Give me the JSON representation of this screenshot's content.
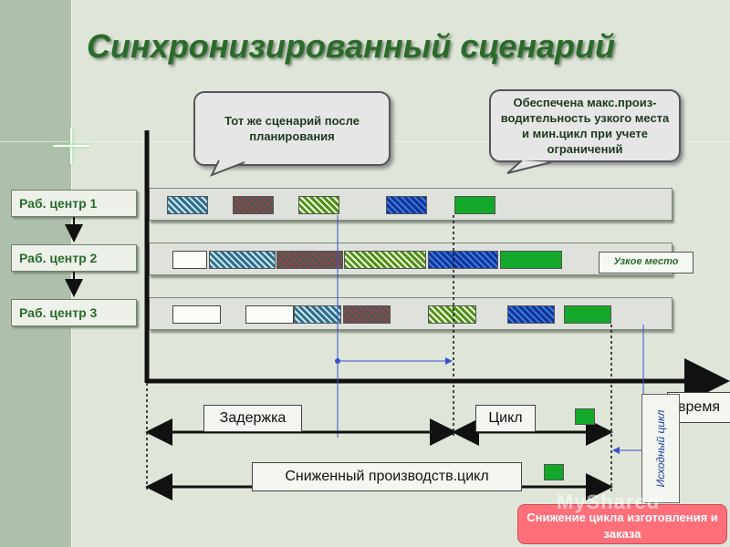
{
  "title": "Синхронизированный сценарий",
  "callouts": {
    "left": "Тот же сценарий после планирования",
    "right": "Обеспечена макс.произ-водительность узкого места и мин.цикл при учете ограничений"
  },
  "work_centers": [
    {
      "label": "Раб. центр 1"
    },
    {
      "label": "Раб. центр 2"
    },
    {
      "label": "Раб. центр 3"
    }
  ],
  "bottleneck_label": "Узкое место",
  "axis_label": "время",
  "delay_label": "Задержка",
  "cycle_label": "Цикл",
  "reduced_cycle_label": "Сниженный производств.цикл",
  "original_cycle_label": "Исходный цикл",
  "reduction_label": "Снижение цикла изготовления и заказа",
  "watermark": "MyShared",
  "colors": {
    "title": "#2a6b2a",
    "green_block": "#14a82a",
    "pink_box": "#ff6f7a"
  }
}
